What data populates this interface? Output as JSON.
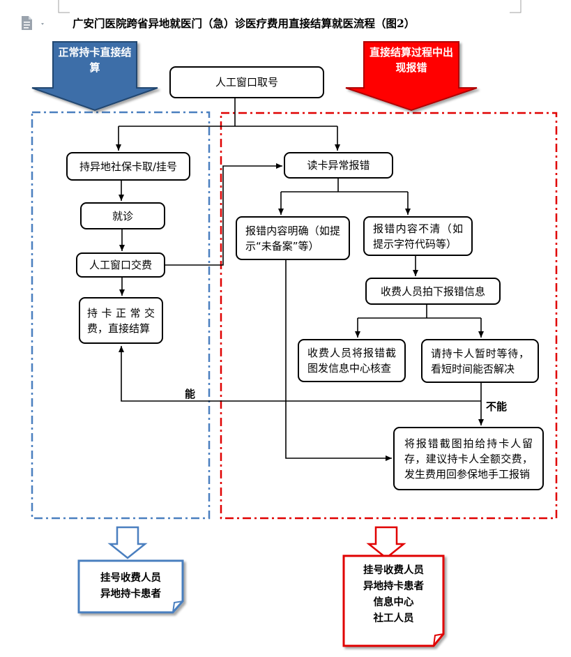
{
  "title": "广安门医院跨省异地就医门（急）诊医疗费用直接结算就医流程（图2）",
  "colors": {
    "blue": "#3d6ea8",
    "blue_dark": "#2d5a8c",
    "red": "#e00000"
  },
  "arrows": {
    "left": "正常持卡直接结算",
    "right": "直接结算过程中出现报错"
  },
  "nodes": {
    "queue": "人工窗口取号",
    "register": "持异地社保卡取/挂号",
    "consult": "就诊",
    "pay_window": "人工窗口交费",
    "normal_settle": "持卡正常交费，直接结算",
    "read_error": "读卡异常报错",
    "clear_error": "报错内容明确（如提示“未备案”等）",
    "unclear_error": "报错内容不清（如提示字符代码等）",
    "staff_capture": "收费人员拍下报错信息",
    "staff_send": "收费人员将报错截图发信息中心核查",
    "wait": "请持卡人暂时等待，看短时间能否解决",
    "final": "将报错截图拍给持卡人留存，建议持卡人全额交费，发生费用回参保地手工报销"
  },
  "labels": {
    "yes": "能",
    "no": "不能"
  },
  "legend": {
    "left_lines": [
      "挂号收费人员",
      "异地持卡患者"
    ],
    "right_lines": [
      "挂号收费人员",
      "异地持卡患者",
      "信息中心",
      "社工人员"
    ]
  }
}
